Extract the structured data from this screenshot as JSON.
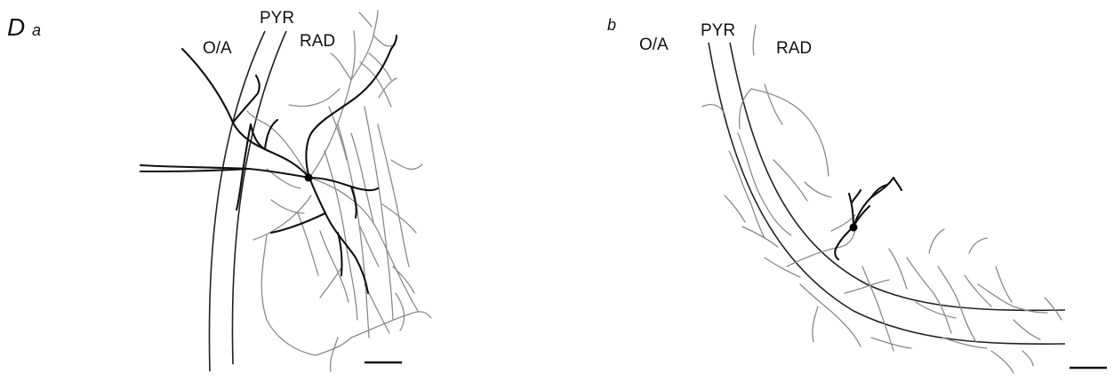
{
  "figure": {
    "panel_letter": "D",
    "panels": [
      {
        "sublabel": "a",
        "layers": {
          "oa": "O/A",
          "pyr": "PYR",
          "rad": "RAD"
        }
      },
      {
        "sublabel": "b",
        "layers": {
          "oa": "O/A",
          "pyr": "PYR",
          "rad": "RAD"
        }
      }
    ]
  },
  "colors": {
    "dendrite": "#111111",
    "axon": "#8a8a8a",
    "boundary": "#222222"
  }
}
